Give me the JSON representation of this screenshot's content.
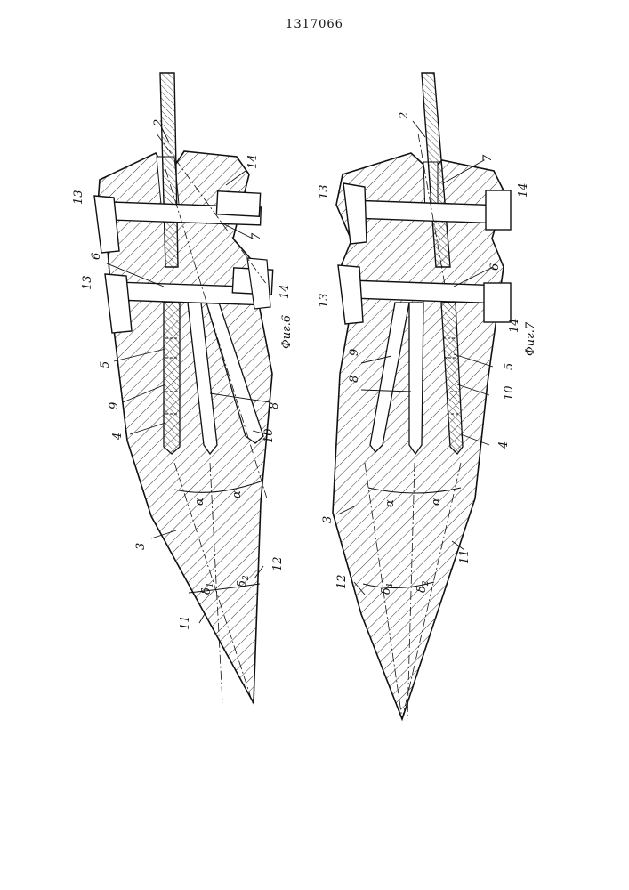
{
  "document": {
    "number": "1317066"
  },
  "figures": [
    {
      "caption": "Фиг.6",
      "labels": {
        "l2": "2",
        "l3": "3",
        "l4": "4",
        "l5": "5",
        "l6": "6",
        "l7": "7",
        "l8": "8",
        "l9": "9",
        "l10": "10",
        "l11": "11",
        "l12": "12",
        "l13a": "13",
        "l13b": "13",
        "l14a": "14",
        "l14b": "14",
        "alpha1": "α",
        "alpha2": "α",
        "delta1": "δ",
        "delta1_sub": "1",
        "delta2": "δ",
        "delta2_sub": "2"
      }
    },
    {
      "caption": "Фиг.7",
      "labels": {
        "l2": "2",
        "l3": "3",
        "l4": "4",
        "l5": "5",
        "l6": "6",
        "l7": "7",
        "l8": "8",
        "l9": "9",
        "l10": "10",
        "l11": "11",
        "l12": "12",
        "l13a": "13",
        "l13b": "13",
        "l14a": "14",
        "l14b": "14",
        "alpha1": "α",
        "alpha2": "α",
        "delta1": "δ",
        "delta1_sub": "1",
        "delta2": "δ",
        "delta2_sub": "2"
      }
    }
  ]
}
